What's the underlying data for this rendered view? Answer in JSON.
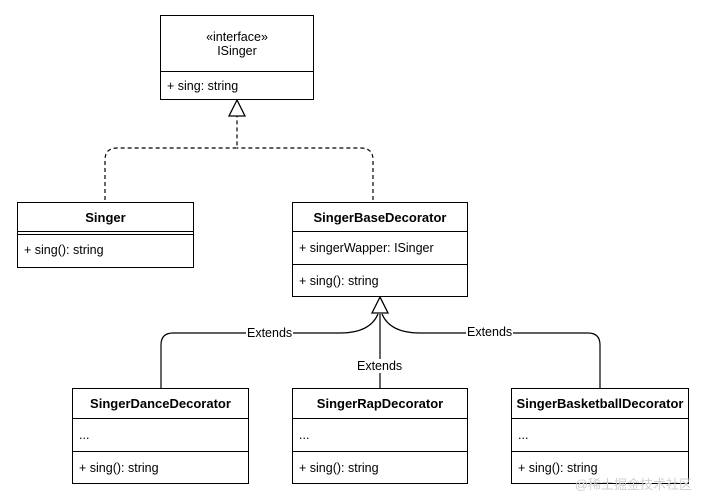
{
  "interface": {
    "stereotype": "«interface»",
    "name": "ISinger",
    "member": "+ sing: string"
  },
  "singer": {
    "name": "Singer",
    "method": "+ sing(): string"
  },
  "base_decorator": {
    "name": "SingerBaseDecorator",
    "field": "+ singerWapper: ISinger",
    "method": "+ sing(): string"
  },
  "dance": {
    "name": "SingerDanceDecorator",
    "fields": "...",
    "method": "+ sing(): string"
  },
  "rap": {
    "name": "SingerRapDecorator",
    "fields": "...",
    "method": "+ sing(): string"
  },
  "basketball": {
    "name": "SingerBasketballDecorator",
    "fields": "...",
    "method": "+ sing(): string"
  },
  "edges": {
    "extends_left": "Extends",
    "extends_middle": "Extends",
    "extends_right": "Extends"
  },
  "watermark": "@稀土掘金技术社区"
}
